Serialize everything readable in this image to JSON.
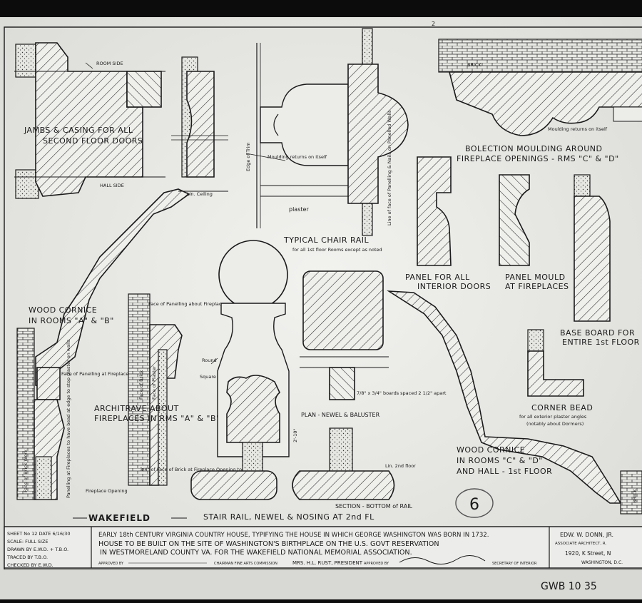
{
  "sheet_title": "WAKEFIELD",
  "sheet_number_circled": "6",
  "archive_mark": "GWB 10 35",
  "page_mark": "2",
  "details": {
    "jambs": {
      "title_1": "JAMBS & CASING FOR ALL",
      "title_2": "SECOND FLOOR DOORS",
      "room_side": "ROOM SIDE",
      "hall_side": "HALL SIDE"
    },
    "wood_cornice_ab": {
      "title_1": "WOOD CORNICE",
      "title_2": "IN ROOMS \"A\" & \"B\"",
      "ceiling": "Lin. Ceiling",
      "face_panelling": "Face of Panelling at Fireplace",
      "face_brick": "Face of Brick Work",
      "panelling_note": "Panelling at Fireplaces to have bead at edge to stop plaster on walls",
      "opening": "Fireplace Opening"
    },
    "chair_rail": {
      "title": "TYPICAL CHAIR RAIL",
      "subtitle": "for all 1st floor Rooms except as noted",
      "edge_trim": "Edge of Trim",
      "returns": "Moulding returns on itself",
      "plaster": "plaster",
      "face_panel": "Line of face of Panelling & Nails on Panelled Walls"
    },
    "bolection": {
      "title_1": "BOLECTION MOULDING AROUND",
      "title_2": "FIREPLACE OPENINGS - RMS \"C\" & \"D\"",
      "brick": "BRICK",
      "returns": "Moulding returns on itself"
    },
    "panel_doors": {
      "title_1": "PANEL FOR ALL",
      "title_2": "INTERIOR DOORS"
    },
    "panel_mould": {
      "title_1": "PANEL MOULD",
      "title_2": "AT FIREPLACES"
    },
    "base_board": {
      "title_1": "BASE BOARD FOR",
      "title_2": "ENTIRE 1st FLOOR"
    },
    "architrave": {
      "title_1": "ARCHITRAVE ABOUT",
      "title_2": "FIREPLACES IN RMS \"A\" & \"B\"",
      "face_panelling": "Face of Panelling about Fireplace",
      "face_brick": "Face of Brick",
      "face_plaster": "Face of Plaster",
      "note": "3/4\" of Face of Brick at Fireplace Opening to show"
    },
    "stair": {
      "title": "STAIR RAIL, NEWEL & NOSING AT 2nd FL",
      "round": "Round",
      "square": "Square",
      "boards": "7/8\" x 3/4\" boards spaced 2 1/2\" apart",
      "plan": "PLAN - NEWEL & BALUSTER",
      "floor": "Lin. 2nd floor",
      "section": "SECTION - BOTTOM of RAIL",
      "dim": "2'-10\""
    },
    "corner_bead": {
      "title": "CORNER BEAD",
      "sub_1": "for all exterior plaster angles",
      "sub_2": "(notably about Dormers)"
    },
    "wood_cornice_cd": {
      "title_1": "WOOD CORNICE",
      "title_2": "IN ROOMS \"C\" & \"D\"",
      "title_3": "AND HALL - 1st FLOOR",
      "brick": "BRICK"
    }
  },
  "title_block": {
    "left": [
      "SHEET No 12  DATE 6/16/30",
      "SCALE: FULL SIZE",
      "DRAWN BY E.W.D. + T.B.O.",
      "TRACED BY  T.B.O.",
      "CHECKED BY E.W.D."
    ],
    "center": [
      "EARLY 18th CENTURY VIRGINIA COUNTRY HOUSE, TYPIFYING THE HOUSE IN WHICH GEORGE WASHINGTON WAS BORN IN 1732.",
      "HOUSE TO BE BUILT ON THE SITE OF WASHINGTON'S BIRTHPLACE ON THE U.S. GOVT RESERVATION",
      "IN WESTMORELAND COUNTY VA. FOR THE WAKEFIELD NATIONAL MEMORIAL ASSOCIATION."
    ],
    "approvals": {
      "approved_by": "APPROVED BY",
      "chairman": "CHAIRMAN FINE ARTS COMMISSION",
      "president": "MRS. H.L. RUST, PRESIDENT",
      "approved_by_2": "APPROVED BY",
      "secretary": "SECRETARY OF INTERIOR"
    },
    "right": [
      "EDW. W. DONN, JR.",
      "ASSOCIATE ARCHITECT, R.",
      "1920, K Street, N",
      "WASHINGTON, D.C."
    ]
  }
}
